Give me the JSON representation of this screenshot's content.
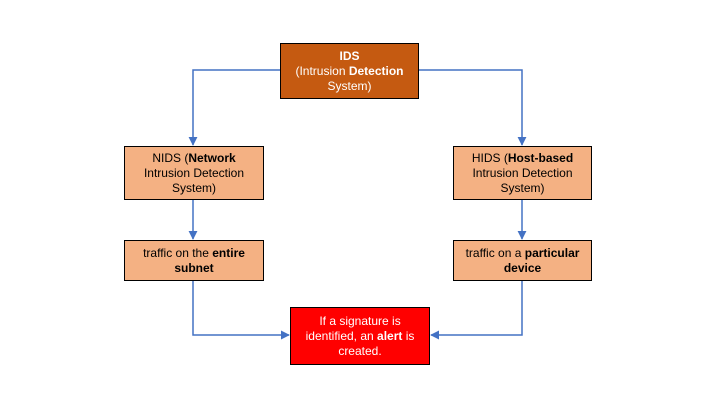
{
  "diagram": {
    "ids": {
      "line1": "IDS",
      "line2_pre": "(Intrusion ",
      "line2_bold": "Detection",
      "line3": "System)"
    },
    "nids": {
      "line1_pre": "NIDS (",
      "line1_bold": "Network",
      "line2": "Intrusion Detection",
      "line3": "System)"
    },
    "hids": {
      "line1_pre": "HIDS (",
      "line1_bold": "Host-based",
      "line2": "Intrusion Detection",
      "line3": "System)"
    },
    "nids_traffic": {
      "line1_pre": "traffic on the ",
      "line1_bold": "entire",
      "line2_bold": "subnet"
    },
    "hids_traffic": {
      "line1_pre": "traffic on a ",
      "line1_bold": "particular",
      "line2_bold": "device"
    },
    "alert": {
      "line1": "If a signature is",
      "line2_pre": "identified, an ",
      "line2_bold": "alert",
      "line2_post": " is",
      "line3": "created."
    },
    "colors": {
      "ids_fill": "#c55a11",
      "node_fill": "#f4b183",
      "alert_fill": "#ff0000",
      "connector": "#4472c4"
    }
  }
}
